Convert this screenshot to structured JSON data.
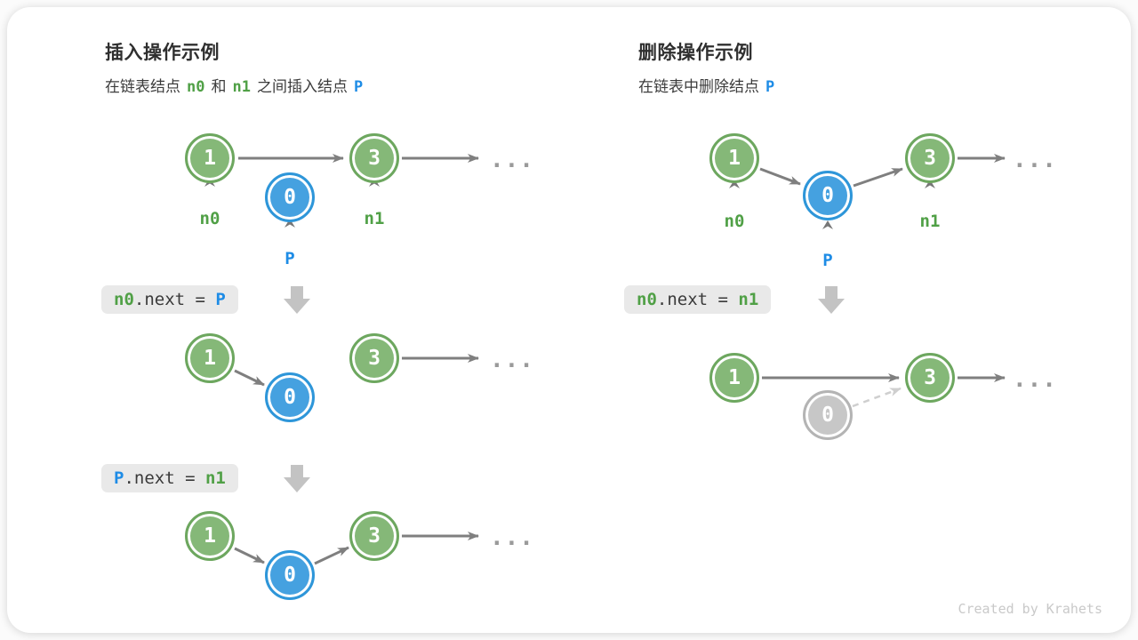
{
  "insert": {
    "title": "插入操作示例",
    "subtitle": {
      "part1": "在链表结点",
      "n0": "n0",
      "part2": "和",
      "n1": "n1",
      "part3": "之间插入结点",
      "p": "P"
    },
    "code_step1": {
      "lhs": "n0",
      "mid": ".next = ",
      "rhs": "P"
    },
    "code_step2": {
      "lhs": "P",
      "mid": ".next = ",
      "rhs": "n1"
    }
  },
  "remove": {
    "title": "删除操作示例",
    "subtitle": {
      "part1": "在链表中删除结点",
      "p": "P"
    },
    "code_step1": {
      "lhs": "n0",
      "mid": ".next = ",
      "rhs": "n1"
    }
  },
  "node_values": {
    "first": "1",
    "third": "3",
    "p": "0"
  },
  "pointer_labels": {
    "n0": "n0",
    "n1": "n1",
    "p": "P"
  },
  "ellipsis": "...",
  "watermark": "Created by Krahets",
  "colors": {
    "green_text": "#50a046",
    "blue_text": "#1e8ce6",
    "node_green_fill": "#85b878",
    "node_blue_fill": "#45a1e0",
    "node_gray_fill": "#c7c7c7",
    "arrow_gray": "#7f7f7f",
    "code_box_bg": "#e9e9e9"
  }
}
